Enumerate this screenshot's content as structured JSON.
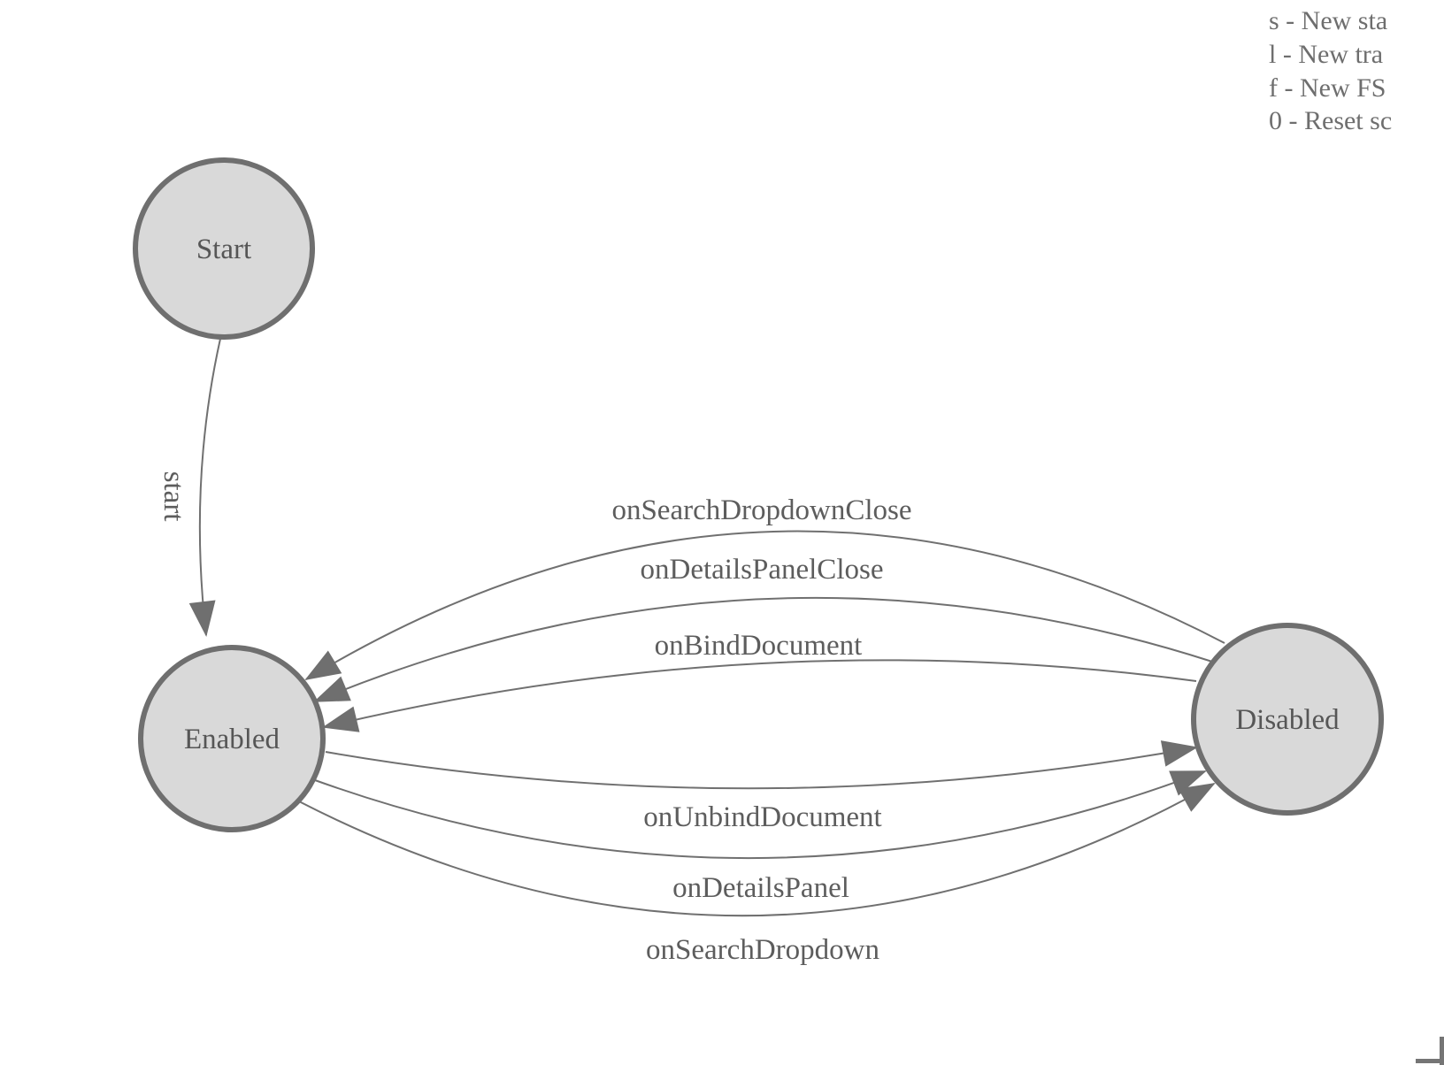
{
  "fsm": {
    "states": [
      {
        "label": "Start"
      },
      {
        "label": "Enabled"
      },
      {
        "label": "Disabled"
      }
    ],
    "transitions": [
      {
        "label": "start",
        "from": "Start",
        "to": "Enabled"
      },
      {
        "label": "onSearchDropdownClose",
        "from": "Disabled",
        "to": "Enabled"
      },
      {
        "label": "onDetailsPanelClose",
        "from": "Disabled",
        "to": "Enabled"
      },
      {
        "label": "onBindDocument",
        "from": "Disabled",
        "to": "Enabled"
      },
      {
        "label": "onUnbindDocument",
        "from": "Enabled",
        "to": "Disabled"
      },
      {
        "label": "onDetailsPanel",
        "from": "Enabled",
        "to": "Disabled"
      },
      {
        "label": "onSearchDropdown",
        "from": "Enabled",
        "to": "Disabled"
      }
    ]
  },
  "legend": {
    "lines": [
      "s - New sta",
      "l - New tra",
      "f - New FS",
      "0 - Reset sc"
    ]
  },
  "colors": {
    "state_fill": "#d9d9d9",
    "state_border": "#6f6f6f",
    "edge_stroke": "#707070",
    "arrowhead": "#6f6f6f",
    "state_text": "#565656",
    "edge_text": "#5d5d5d",
    "legend_text": "#6e6e6e",
    "corner": "#757575"
  }
}
